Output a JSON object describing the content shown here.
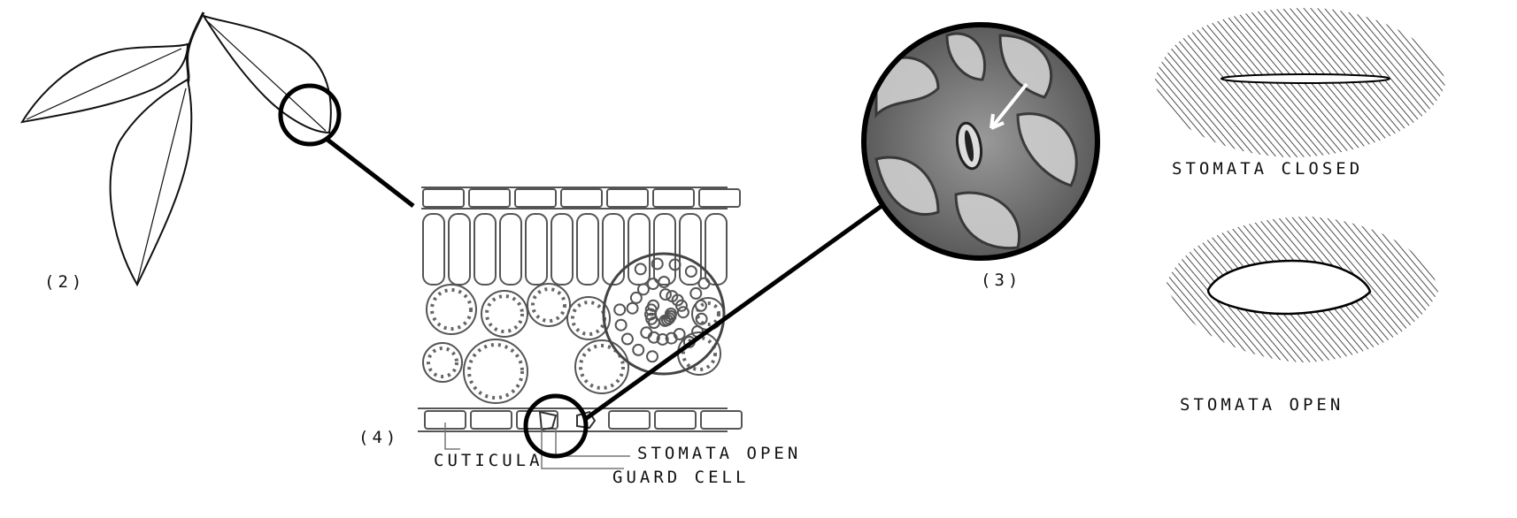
{
  "labels": {
    "leaf": "(2)",
    "micrograph": "(3)",
    "cross_section": "(4)",
    "cuticula": "CUTICULA",
    "stomata_open_pointer": "STOMATA OPEN",
    "guard_cell": "GUARD CELL",
    "stomata_closed": "STOMATA CLOSED",
    "stomata_open": "STOMATA OPEN"
  }
}
